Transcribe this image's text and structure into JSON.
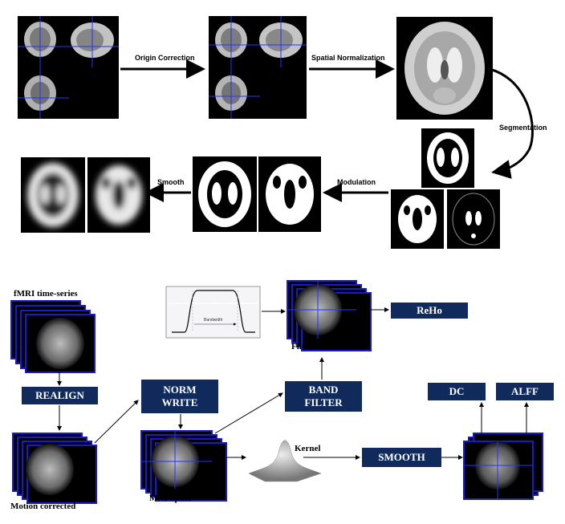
{
  "top": {
    "labels": {
      "origin_correction": "Origin Correction",
      "spatial_normalization": "Spatial Normalization",
      "segmentation": "Segmentation",
      "modulation": "Modulation",
      "smooth": "Smooth"
    }
  },
  "bottom": {
    "captions": {
      "fmri_series": "fMRI time-series",
      "motion_corrected": "Motion corrected",
      "mni_space": "MNI Space",
      "filtered_mri": "Filtered MRI",
      "kernel": "Kernel"
    },
    "boxes": {
      "realign": "REALIGN",
      "norm_write_1": "NORM",
      "norm_write_2": "WRITE",
      "band_filter_1": "BAND",
      "band_filter_2": "FILTER",
      "reho": "ReHo",
      "smooth": "SMOOTH",
      "dc": "DC",
      "alff": "ALFF"
    },
    "bandwidth_label": "Bandwidth"
  },
  "colors": {
    "box_fill": "#102a5c",
    "stack_border": "#1a1acc",
    "crosshair": "#2233ff"
  }
}
